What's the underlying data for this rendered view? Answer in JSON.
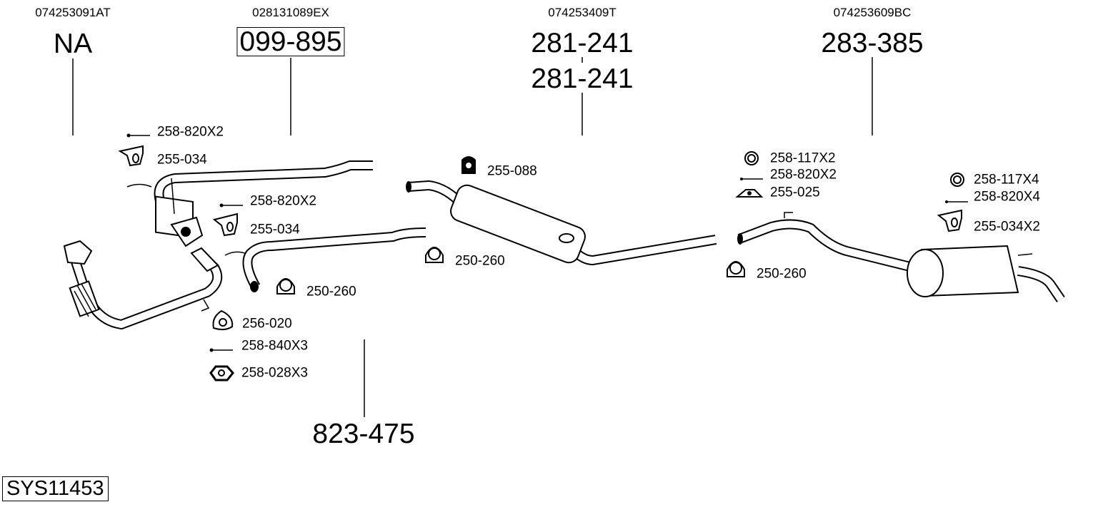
{
  "groups": [
    {
      "oem": "074253091AT",
      "part": "NA"
    },
    {
      "oem": "028131089EX",
      "part": "099-895"
    },
    {
      "oem": "074253409T",
      "part": "281-241",
      "part2": "281-241"
    },
    {
      "oem": "074253609BC",
      "part": "283-385"
    }
  ],
  "front_pipe_part": "823-475",
  "system_id": "SYS11453",
  "accessories": [
    {
      "label": "258-820X2",
      "icon": "bolt-icon"
    },
    {
      "label": "255-034",
      "icon": "hanger-icon"
    },
    {
      "label": "258-820X2",
      "icon": "bolt-icon"
    },
    {
      "label": "255-034",
      "icon": "hanger-icon"
    },
    {
      "label": "250-260",
      "icon": "clamp-icon"
    },
    {
      "label": "256-020",
      "icon": "gasket-icon"
    },
    {
      "label": "258-840X3",
      "icon": "bolt-icon"
    },
    {
      "label": "258-028X3",
      "icon": "nut-icon"
    },
    {
      "label": "255-088",
      "icon": "rubber-mount-icon"
    },
    {
      "label": "250-260",
      "icon": "clamp-icon"
    },
    {
      "label": "258-117X2",
      "icon": "ring-icon"
    },
    {
      "label": "258-820X2",
      "icon": "bolt-icon"
    },
    {
      "label": "255-025",
      "icon": "hanger-icon"
    },
    {
      "label": "250-260",
      "icon": "clamp-icon"
    },
    {
      "label": "258-117X4",
      "icon": "ring-icon"
    },
    {
      "label": "258-820X4",
      "icon": "bolt-icon"
    },
    {
      "label": "255-034X2",
      "icon": "hanger-icon"
    }
  ]
}
